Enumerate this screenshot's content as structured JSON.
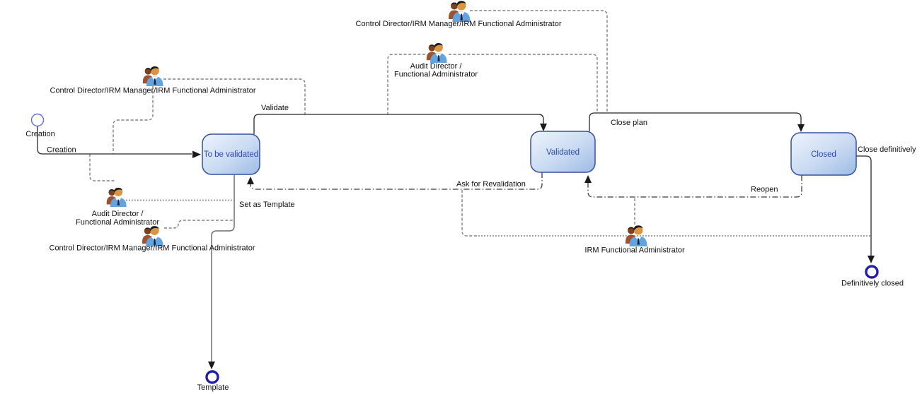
{
  "diagram": {
    "type": "workflow-state-diagram",
    "start": {
      "label": "Creation"
    },
    "states": [
      {
        "label": "To be validated"
      },
      {
        "label": "Validated"
      },
      {
        "label": "Closed"
      }
    ],
    "ends": [
      {
        "label": "Template"
      },
      {
        "label": "Definitively closed"
      }
    ],
    "transitions": {
      "creation": "Creation",
      "validate": "Validate",
      "close_plan": "Close plan",
      "close_definitively": "Close definitively",
      "set_as_template": "Set as Template",
      "ask_for_revalidation": "Ask for Revalidation",
      "reopen": "Reopen"
    },
    "actors": {
      "control_director": "Control Director/IRM Manager/IRM Functional Administrator",
      "audit_director_line1": "Audit Director /",
      "audit_director_line2": "Functional Administrator",
      "irm_functional_administrator": "IRM Functional Administrator"
    },
    "colors": {
      "state_fill_light": "#edf3fb",
      "state_fill_dark": "#9fbde5",
      "state_border": "#35509e",
      "state_text": "#2d4aa8",
      "transition_line": "#262626",
      "association_line": "#808080",
      "start_circle": "#6170d0",
      "end_circle": "#1f1faa"
    }
  }
}
